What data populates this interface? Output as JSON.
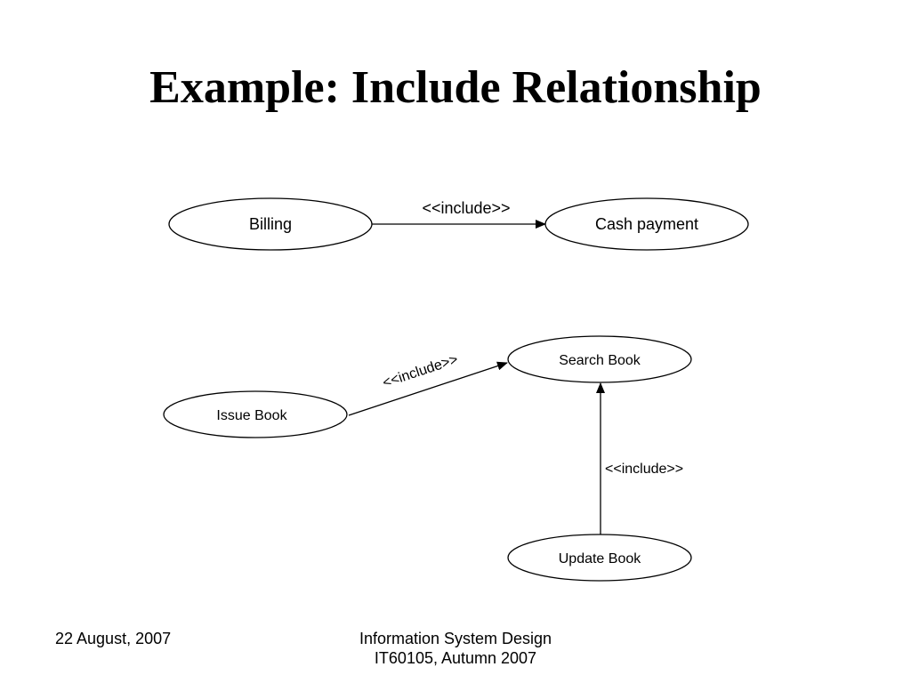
{
  "slide": {
    "title": "Example: Include Relationship"
  },
  "diagram": {
    "use_cases": {
      "billing": "Billing",
      "cash_payment": "Cash payment",
      "search_book": "Search Book",
      "issue_book": "Issue Book",
      "update_book": "Update Book"
    },
    "relationships": {
      "billing_to_cash": "<<include>>",
      "issue_to_search": "<<include>>",
      "update_to_search": "<<include>>"
    }
  },
  "footer": {
    "date": "22 August, 2007",
    "course_line1": "Information System Design",
    "course_line2": "IT60105, Autumn 2007"
  }
}
